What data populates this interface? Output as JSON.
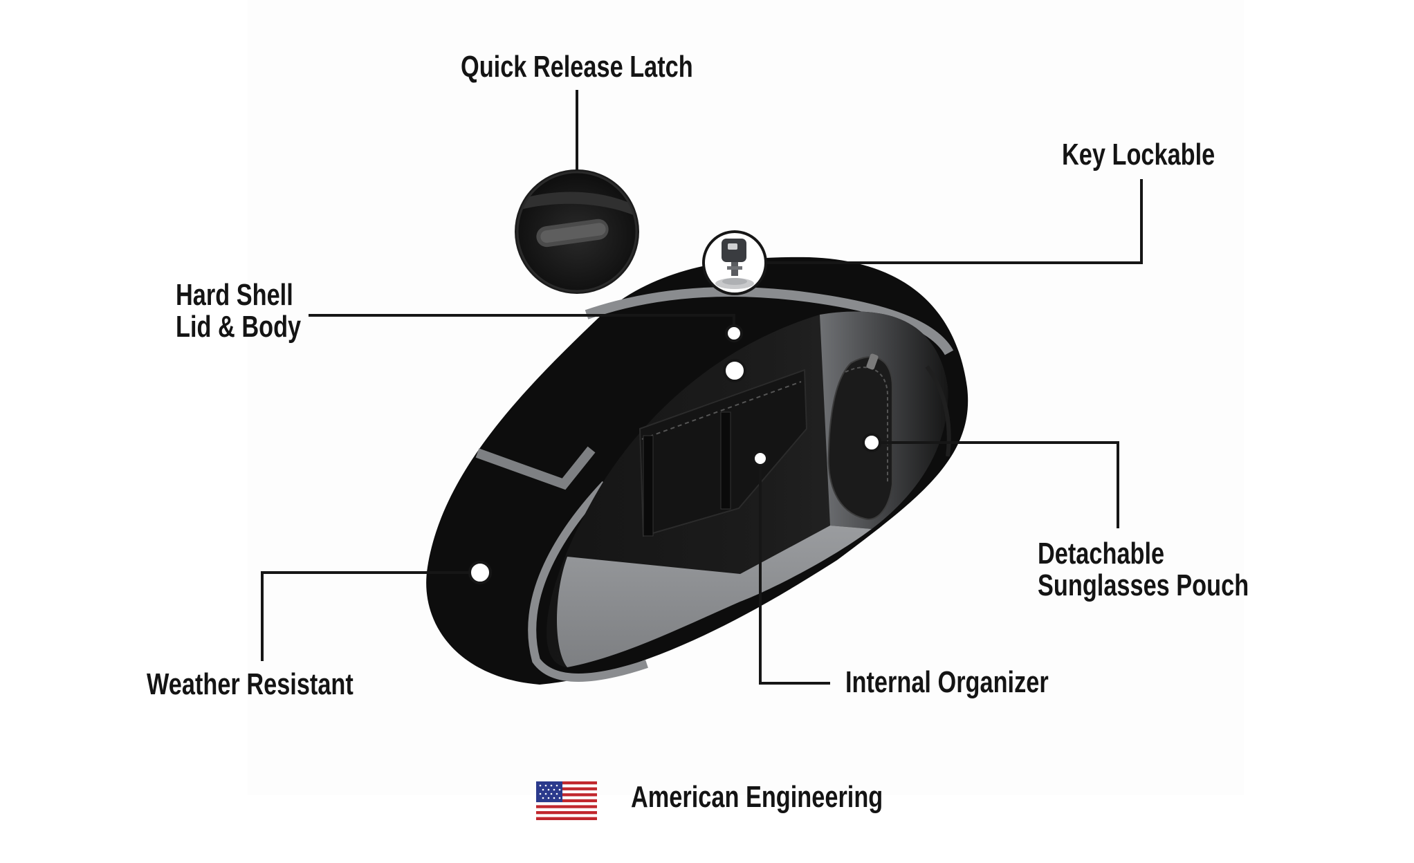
{
  "features": {
    "quick_release_latch": "Quick Release Latch",
    "key_lockable": "Key Lockable",
    "hard_shell_line1": "Hard Shell",
    "hard_shell_line2": "Lid & Body",
    "detachable_line1": "Detachable",
    "detachable_line2": "Sunglasses Pouch",
    "weather_resistant": "Weather Resistant",
    "internal_organizer": "Internal Organizer"
  },
  "footer": {
    "origin_label": "American Engineering",
    "flag_icon": "us-flag-icon"
  },
  "colors": {
    "shell_black": "#0d0d0d",
    "trim_gray": "#8a8c8f",
    "interior_dark": "#1a1a1a",
    "interior_gray": "#8d8f92",
    "callout_line": "#161616",
    "label_text": "#141414"
  }
}
